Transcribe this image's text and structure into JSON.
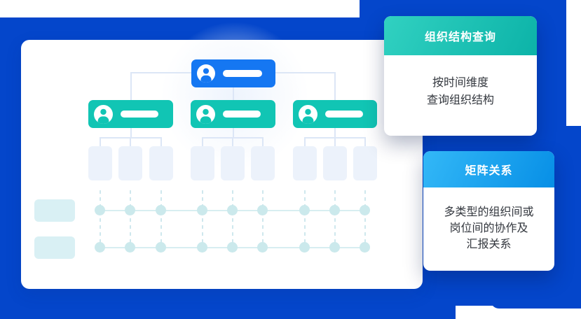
{
  "colors": {
    "background_blue": "#0446CB",
    "root_node_blue": "#1577F2",
    "child_node_teal": "#11C5B4",
    "teal_header_gradient": [
      "#31D1C1",
      "#0CB3A8"
    ],
    "blue_header_gradient": [
      "#33B8F7",
      "#078FE6"
    ]
  },
  "org_chart": {
    "root_nodes": 1,
    "child_nodes": 3,
    "sub_boxes_per_child": 3,
    "matrix_rows": 2,
    "matrix_columns": 9,
    "row_label_blocks": 2
  },
  "cards": [
    {
      "id": "structure-query",
      "title": "组织结构查询",
      "body_lines": [
        "按时间维度",
        "查询组织结构"
      ]
    },
    {
      "id": "matrix-relation",
      "title": "矩阵关系",
      "body_lines": [
        "多类型的组织间或",
        "岗位间的协作及",
        "汇报关系"
      ]
    }
  ]
}
